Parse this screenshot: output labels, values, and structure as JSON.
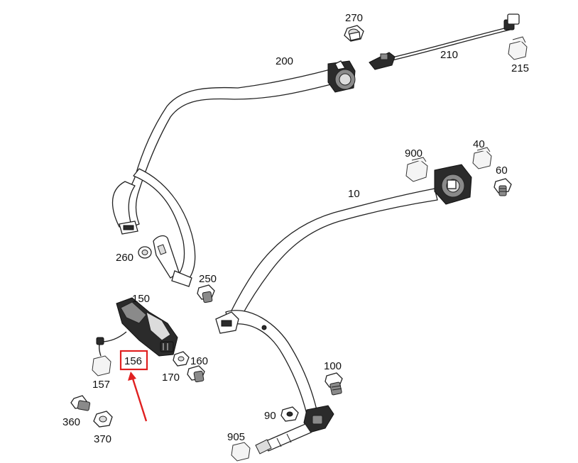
{
  "diagram": {
    "labels": {
      "p270": "270",
      "p210": "210",
      "p215": "215",
      "p200": "200",
      "p900": "900",
      "p40": "40",
      "p60": "60",
      "p10": "10",
      "p260": "260",
      "p250": "250",
      "p150": "150",
      "p156": "156",
      "p160": "160",
      "p170": "170",
      "p157": "157",
      "p100": "100",
      "p90": "90",
      "p360": "360",
      "p370": "370",
      "p905": "905"
    },
    "highlight": {
      "part": "156",
      "box_color": "#e02020",
      "arrow_color": "#e02020"
    }
  }
}
